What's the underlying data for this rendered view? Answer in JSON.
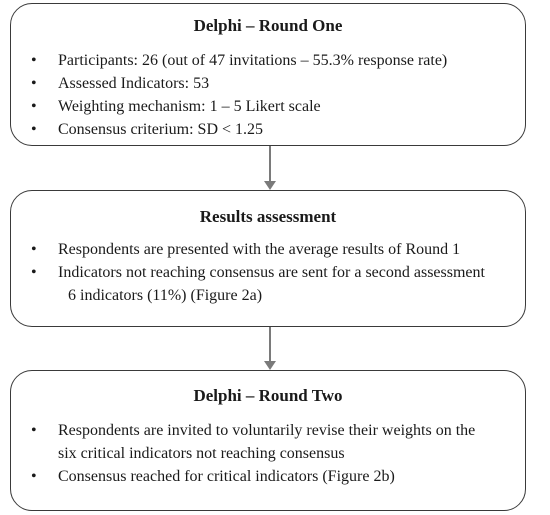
{
  "round_one": {
    "title": "Delphi – Round One",
    "bullets": [
      "Participants: 26 (out of 47 invitations – 55.3% response rate)",
      "Assessed Indicators: 53",
      "Weighting mechanism: 1 – 5 Likert scale",
      "Consensus criterium: SD < 1.25"
    ]
  },
  "results_assessment": {
    "title": "Results assessment",
    "bullets": [
      "Respondents are presented with the average results of Round 1",
      "Indicators not reaching consensus are sent for a second assessment"
    ],
    "subline": "6 indicators (11%) (Figure 2a)"
  },
  "round_two": {
    "title": "Delphi – Round Two",
    "bullets": [
      "Respondents are invited to voluntarily revise their weights on the",
      "Consensus reached for critical indicators  (Figure 2b)"
    ],
    "bullet1_continuation": "six critical indicators not reaching consensus"
  },
  "bullet_glyph": "•"
}
